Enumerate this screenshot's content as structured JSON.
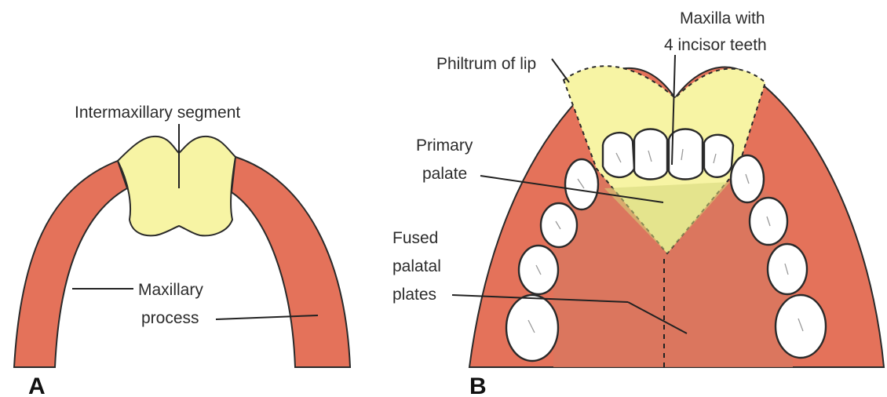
{
  "colors": {
    "maxillary_process": "#e4725a",
    "intermaxillary_segment": "#f7f4a4",
    "palate": "#d9775f",
    "tooth": "#ffffff",
    "outline": "#2a2a2a"
  },
  "panel_a": {
    "letter": "A",
    "labels": {
      "intermaxillary_segment": "Intermaxillary segment",
      "maxillary_line1": "Maxillary",
      "maxillary_line2": "process"
    }
  },
  "panel_b": {
    "letter": "B",
    "labels": {
      "philtrum": "Philtrum of lip",
      "maxilla_line1": "Maxilla with",
      "maxilla_line2": "4 incisor teeth",
      "primary_line1": "Primary",
      "primary_line2": "palate",
      "fused_line1": "Fused",
      "fused_line2": "palatal",
      "fused_line3": "plates"
    }
  }
}
